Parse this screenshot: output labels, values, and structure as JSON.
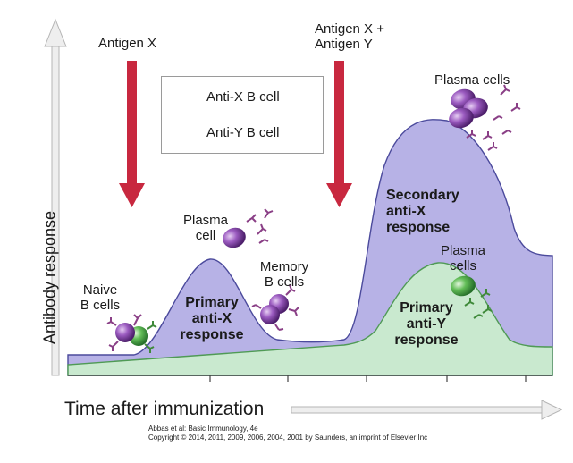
{
  "arrows": {
    "antigen_x": "Antigen X",
    "antigen_xy_line1": "Antigen X +",
    "antigen_xy_line2": "Antigen Y"
  },
  "legend": {
    "anti_x": "Anti-X B cell",
    "anti_y": "Anti-Y B cell"
  },
  "labels": {
    "naive_line1": "Naive",
    "naive_line2": "B cells",
    "plasma_cell_line1": "Plasma",
    "plasma_cell_line2": "cell",
    "memory_line1": "Memory",
    "memory_line2": "B cells",
    "primary_x_line1": "Primary",
    "primary_x_line2": "anti-X",
    "primary_x_line3": "response",
    "plasma_cells_top": "Plasma cells",
    "secondary_line1": "Secondary",
    "secondary_line2": "anti-X",
    "secondary_line3": "response",
    "plasma_cells_y_line1": "Plasma",
    "plasma_cells_y_line2": "cells",
    "primary_y_line1": "Primary",
    "primary_y_line2": "anti-Y",
    "primary_y_line3": "response"
  },
  "axes": {
    "y_label": "Antibody response",
    "x_label": "Time after immunization"
  },
  "credit": {
    "line1": "Abbas et al: Basic Immunology, 4e",
    "line2": "Copyright © 2014, 2011, 2009, 2006, 2004, 2001 by Saunders, an imprint of Elsevier Inc"
  },
  "colors": {
    "anti_x_fill": "#b7b2e6",
    "anti_y_fill": "#c9e9cf",
    "arrow_red": "#c8283f",
    "cell_purple": "#7b3a9a",
    "cell_green": "#4ea84a",
    "antibody_purple": "#8a3f86",
    "antibody_green": "#3f8a3a"
  }
}
